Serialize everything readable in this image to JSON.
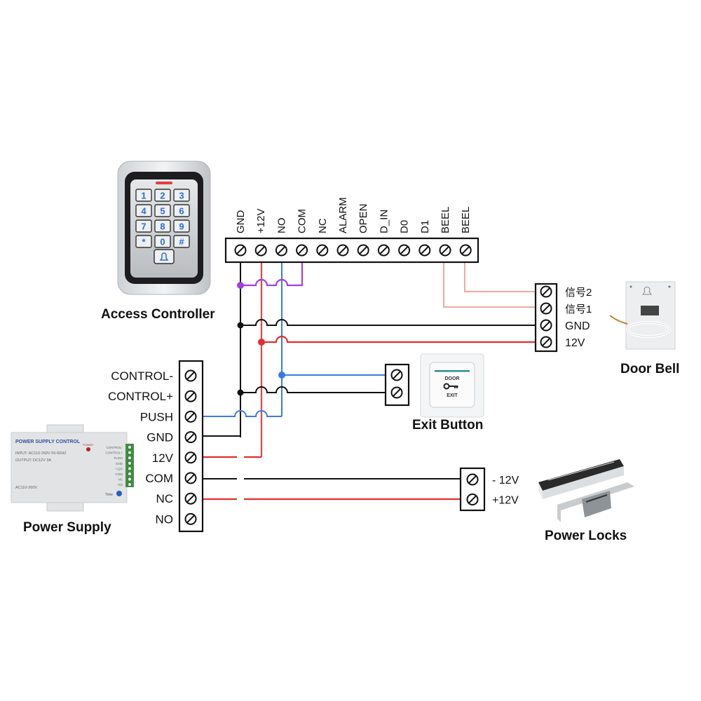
{
  "colors": {
    "gnd": "#111111",
    "power": "#e03030",
    "signal_blue": "#3a7be0",
    "com_purple": "#a040e0",
    "bell_pink": "#f0a8a0"
  },
  "access_controller": {
    "title": "Access Controller",
    "terminals": [
      "GND",
      "+12V",
      "NO",
      "COM",
      "NC",
      "ALARM",
      "OPEN",
      "D_IN",
      "D0",
      "D1",
      "BEEL",
      "BEEL"
    ],
    "keypad_keys": [
      "1",
      "2",
      "3",
      "4",
      "5",
      "6",
      "7",
      "8",
      "9",
      "*",
      "0",
      "#"
    ],
    "bell_key_icon": "bell-icon"
  },
  "power_supply": {
    "title": "Power Supply",
    "terminals": [
      "CONTROL-",
      "CONTROL+",
      "PUSH",
      "GND",
      "12V",
      "COM",
      "NC",
      "NO"
    ],
    "device_label": "POWER SUPPLY CONTROL",
    "device_input": "INPUT: AC110-260V 50-60HZ",
    "device_output": "OUTPUT: DC12V  3A",
    "device_ac": "AC110-260V",
    "device_power_led": "POWER",
    "device_time": "Time",
    "device_terminals": [
      "CONTROL-",
      "CONTROL+",
      "PUSH",
      "GND",
      "+12V",
      "COM",
      "NC",
      "NO"
    ]
  },
  "door_bell": {
    "title": "Door Bell",
    "terminals": [
      "信号2",
      "信号1",
      "GND",
      "12V"
    ]
  },
  "exit_button": {
    "title": "Exit Button",
    "face_top": "DOOR",
    "face_bottom": "EXIT",
    "icon": "key-icon"
  },
  "power_locks": {
    "title": "Power Locks",
    "terminals": [
      "- 12V",
      "+12V"
    ]
  }
}
